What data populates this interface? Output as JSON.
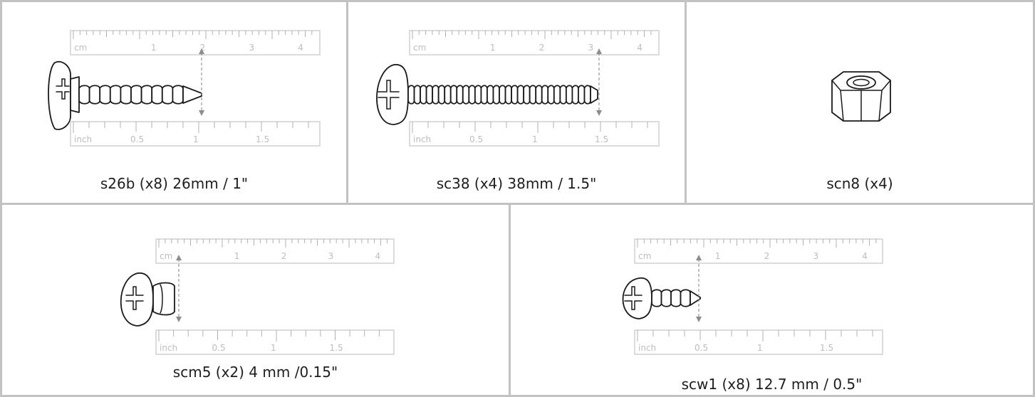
{
  "colors": {
    "border": "#c2c2c2",
    "ruler": "#c9c9c9",
    "ink": "#1a1a1a"
  },
  "ruler": {
    "cm_unit": "cm",
    "cm_labels": [
      "1",
      "2",
      "3",
      "4"
    ],
    "inch_unit": "inch",
    "inch_labels": [
      "0.5",
      "1",
      "1.5"
    ]
  },
  "parts": [
    {
      "id": "s26b",
      "caption": "s26b (x8) 26mm / 1\"",
      "icon": "pan-washer-head-tapping-screw",
      "length_mm": 26,
      "length_in": 1
    },
    {
      "id": "sc38",
      "caption": "sc38 (x4) 38mm / 1.5\"",
      "icon": "pan-head-tapping-screw",
      "length_mm": 38,
      "length_in": 1.5
    },
    {
      "id": "scn8",
      "caption": "scn8 (x4)",
      "icon": "hex-nut"
    },
    {
      "id": "scm5",
      "caption": "scm5 (x2) 4 mm /0.15\"",
      "icon": "pan-head-machine-screw",
      "length_mm": 4,
      "length_in": 0.15
    },
    {
      "id": "scw1",
      "caption": "scw1 (x8) 12.7 mm / 0.5\"",
      "icon": "pan-head-tapping-screw-short",
      "length_mm": 12.7,
      "length_in": 0.5
    }
  ]
}
